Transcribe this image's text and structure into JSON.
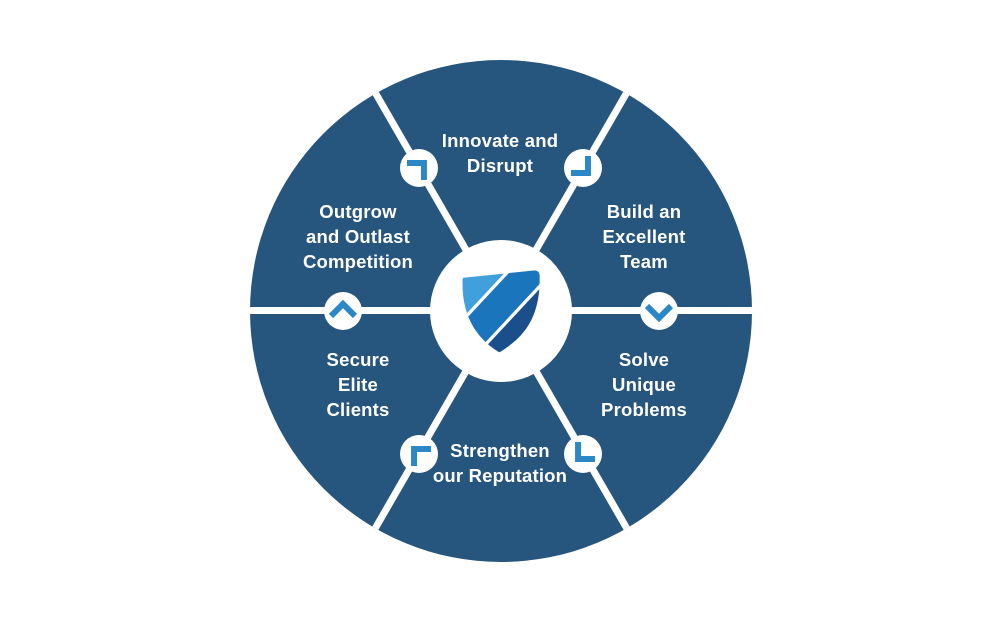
{
  "canvas": {
    "background": "#ffffff"
  },
  "diagram": {
    "kind": "circular-cycle-diagram",
    "flow_direction": "clockwise",
    "colors": {
      "canvas_bg": "#ffffff",
      "circle_fill": "#26567D",
      "divider": "#ffffff",
      "label_text": "#ffffff",
      "chevron": "#2C87C6",
      "badge_fill": "#ffffff",
      "center_fill": "#ffffff",
      "shield_light": "#3FA0DC",
      "shield_mid": "#1B75BC",
      "shield_dark": "#1A4F8C"
    },
    "center_logo": "shield",
    "segments": [
      {
        "position": "top",
        "label": "Innovate and Disrupt",
        "lines": [
          "Innovate and",
          "Disrupt"
        ]
      },
      {
        "position": "upper-right",
        "label": "Build an Excellent Team",
        "lines": [
          "Build an",
          "Excellent",
          "Team"
        ]
      },
      {
        "position": "lower-right",
        "label": "Solve Unique Problems",
        "lines": [
          "Solve",
          "Unique",
          "Problems"
        ]
      },
      {
        "position": "bottom",
        "label": "Strengthen our Reputation",
        "lines": [
          "Strengthen",
          "our Reputation"
        ]
      },
      {
        "position": "lower-left",
        "label": "Secure Elite Clients",
        "lines": [
          "Secure",
          "Elite",
          "Clients"
        ]
      },
      {
        "position": "upper-left",
        "label": "Outgrow and Outlast Competition",
        "lines": [
          "Outgrow",
          "and Outlast",
          "Competition"
        ]
      }
    ]
  }
}
